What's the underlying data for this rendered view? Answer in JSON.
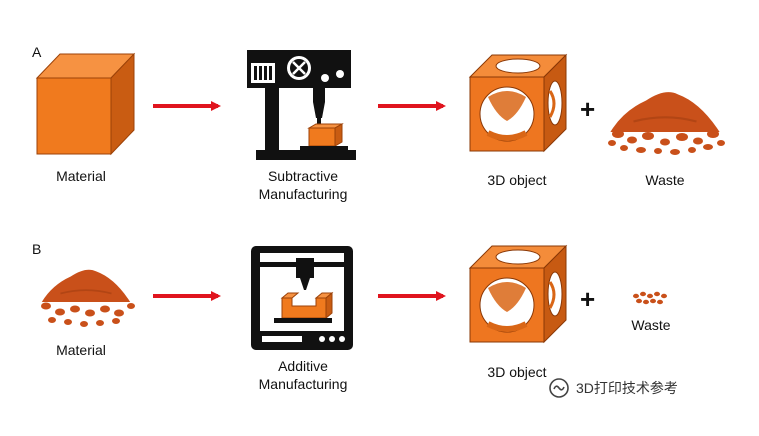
{
  "panels": {
    "a": {
      "letter": "A",
      "material_label": "Material",
      "process_label_line1": "Subtractive",
      "process_label_line2": "Manufacturing",
      "object_label": "3D object",
      "plus": "+",
      "waste_label": "Waste"
    },
    "b": {
      "letter": "B",
      "material_label": "Material",
      "process_label_line1": "Additive",
      "process_label_line2": "Manufacturing",
      "object_label": "3D object",
      "plus": "+",
      "waste_label": "Waste"
    }
  },
  "watermark": {
    "text": "3D打印技术参考",
    "icon": "wechat-channel-icon"
  },
  "colors": {
    "orange": "#f07a1e",
    "orange_dark": "#b84a08",
    "powder": "#c9501a",
    "arrow": "#e0141e",
    "machine": "#111111"
  }
}
